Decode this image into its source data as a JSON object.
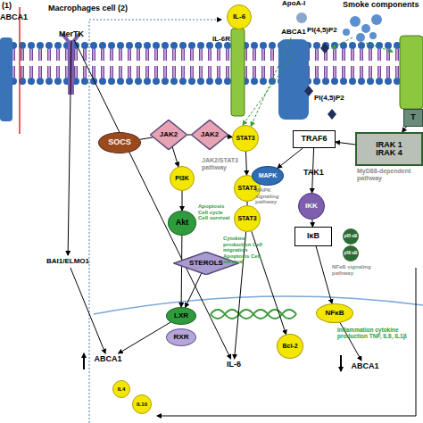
{
  "diagram": {
    "nodes": [
      {
        "text": [
          "MerTK"
        ]
      },
      {
        "text": [
          "IL-6"
        ]
      },
      {
        "text": [
          "IL-6R"
        ]
      },
      {
        "text": [
          "ABCA1"
        ]
      },
      {
        "text": [
          "SOCS"
        ]
      },
      {
        "text": [
          "JAK2"
        ]
      },
      {
        "text": [
          "JAK2"
        ]
      },
      {
        "text": [
          "STAT3"
        ]
      },
      {
        "text": [
          "PI3K"
        ]
      },
      {
        "text": [
          "Akt"
        ]
      },
      {
        "text": [
          "STAT3"
        ]
      },
      {
        "text": [
          "STAT3"
        ]
      },
      {
        "text": [
          "TRAF6"
        ]
      },
      {
        "text": [
          "T"
        ]
      },
      {
        "text": [
          "IRAK 1",
          "IRAK 4"
        ]
      },
      {
        "text": [
          "MAPK"
        ]
      },
      {
        "text": [
          "IKK"
        ]
      },
      {
        "text": [
          "IκB"
        ]
      },
      {
        "text": [
          "p65 κB"
        ]
      },
      {
        "text": [
          "p50 κB"
        ]
      },
      {
        "text": [
          "BAI1/ELMO1"
        ]
      },
      {
        "text": [
          "STEROLS"
        ]
      },
      {
        "text": [
          "LXR"
        ]
      },
      {
        "text": [
          "RXR"
        ]
      },
      {
        "text": [
          "NFκB"
        ]
      },
      {
        "text": [
          "Bcl-2"
        ]
      },
      {
        "text": [
          "IL-6"
        ]
      },
      {
        "text": [
          "ABCA1"
        ]
      },
      {
        "text": [
          "ABCA1"
        ]
      },
      {
        "text": [
          "IL4"
        ]
      },
      {
        "text": [
          "IL10"
        ]
      }
    ],
    "edges": [
      {
        "from": 4,
        "to": 5,
        "arrow": "none"
      },
      {
        "from": 5,
        "to": 6,
        "arrow": "none"
      },
      {
        "from": 6,
        "to": 7,
        "arrow": "to"
      },
      {
        "from": 5,
        "to": 8,
        "arrow": "to"
      },
      {
        "from": 8,
        "to": 9,
        "arrow": "to"
      },
      {
        "from": 7,
        "to": 10,
        "arrow": "to"
      },
      {
        "from": 10,
        "to": 11,
        "arrow": "none"
      },
      {
        "from": 11,
        "to": 25,
        "arrow": "to"
      },
      {
        "from": 11,
        "to": 26,
        "arrow": "to"
      },
      {
        "from": 3,
        "to": 7,
        "arrow": "to"
      },
      {
        "from": 14,
        "to": 12,
        "arrow": "to"
      },
      {
        "from": 13,
        "to": 14,
        "arrow": "to"
      },
      {
        "from": 12,
        "to": 15,
        "arrow": "to"
      },
      {
        "from": 12,
        "to": 16,
        "arrow": "to"
      },
      {
        "from": 16,
        "to": 17,
        "arrow": "to"
      },
      {
        "from": 17,
        "to": 24,
        "arrow": "to"
      },
      {
        "from": 24,
        "to": 28,
        "arrow": "to"
      },
      {
        "from": 21,
        "to": 22,
        "arrow": "to"
      },
      {
        "from": 9,
        "to": 22,
        "arrow": "to"
      },
      {
        "from": 0,
        "to": 20,
        "arrow": "to"
      },
      {
        "from": 20,
        "to": 27,
        "arrow": "to"
      },
      {
        "from": 22,
        "to": 27,
        "arrow": "to"
      },
      {
        "from": 0,
        "to": 26,
        "arrow": "to"
      }
    ],
    "labels": [
      "(1)",
      "ABCA1",
      "Macrophages cell (2)",
      "ApoA-I",
      "PI(4,5)P2",
      "Smoke components",
      "PI(4,5)P2",
      "JAK2/STAT3 pathway",
      "Apoptosis Cell cycle Cell survival",
      "Cytokine production Cell migration Apoptosis Cell survival",
      "TAK1",
      "MAPK signaling pathway",
      "NFκB signaling pathway",
      "MyD88-dependent pathway",
      "Inflammation cytokine production TNF, IL6, IL1β"
    ]
  }
}
